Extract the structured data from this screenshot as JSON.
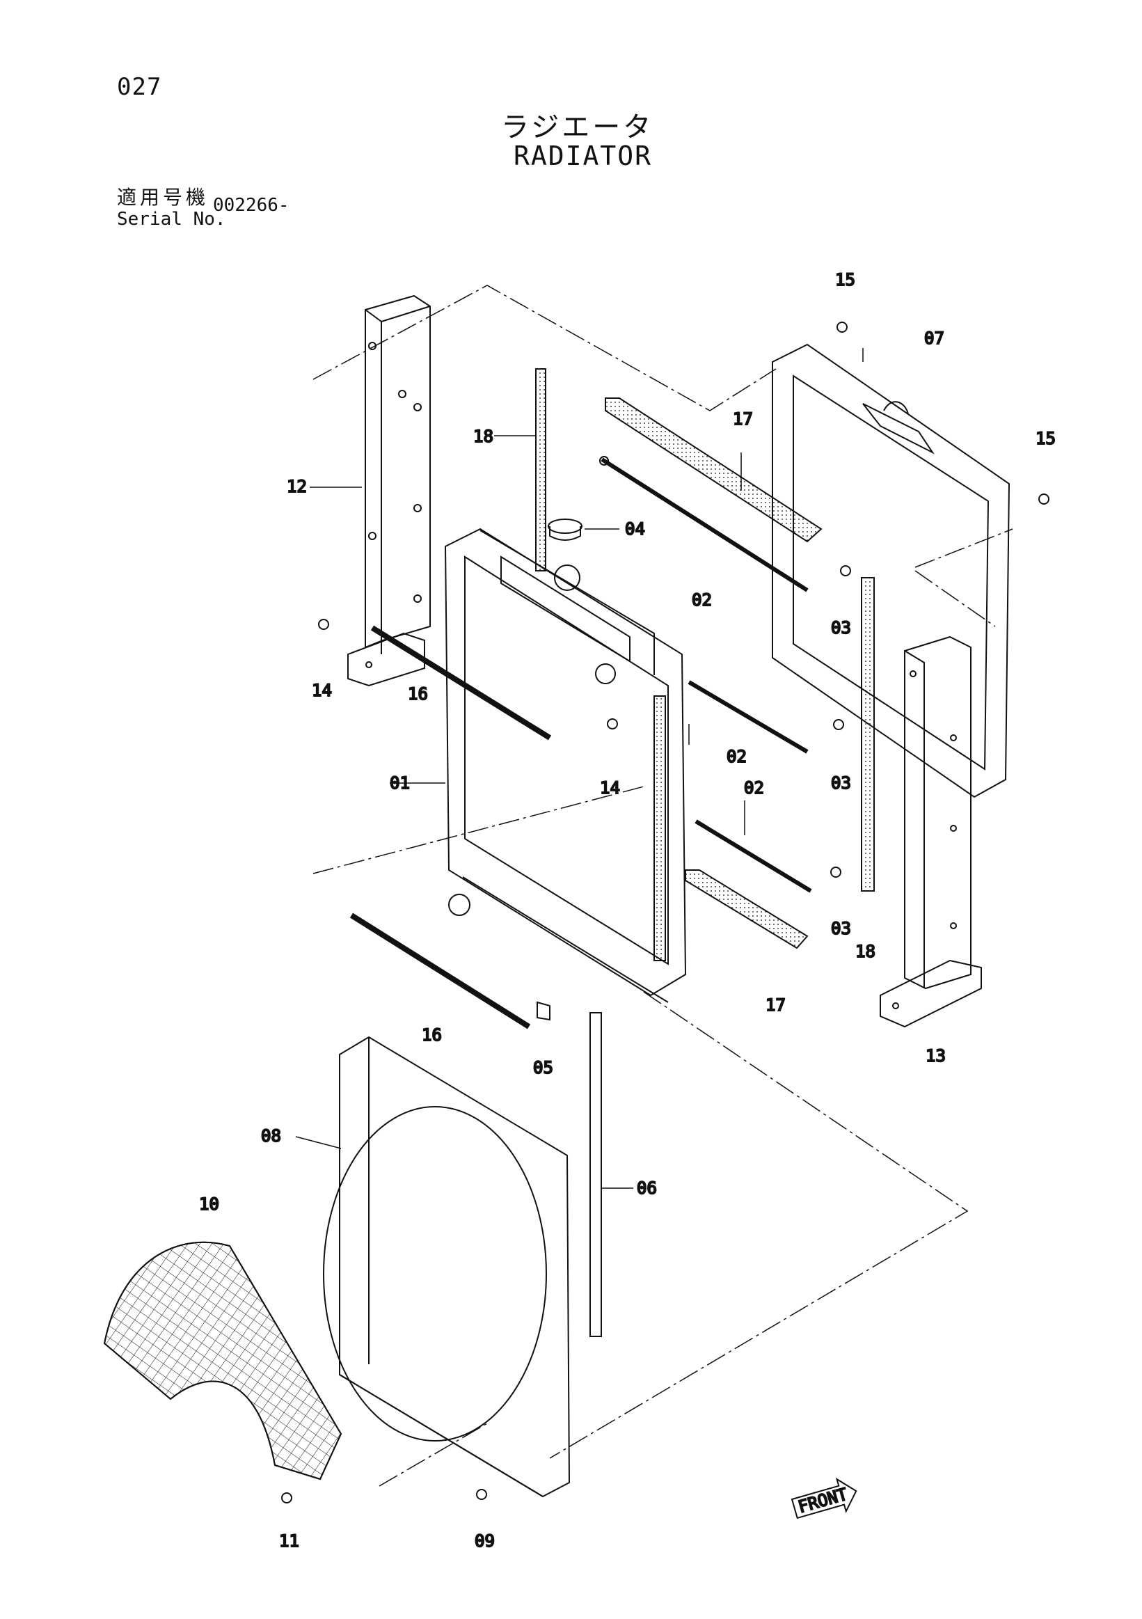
{
  "page_number": "027",
  "title_jp": "ラジエータ",
  "title_en": "RADIATOR",
  "serial": {
    "label_jp": "適用号機",
    "label_en": "Serial No.",
    "value": "002266-"
  },
  "callouts": {
    "c01": "01",
    "c02a": "02",
    "c02b": "02",
    "c02c": "02",
    "c03a": "03",
    "c03b": "03",
    "c03c": "03",
    "c04": "04",
    "c05": "05",
    "c06": "06",
    "c07": "07",
    "c08": "08",
    "c09": "09",
    "c10": "10",
    "c11": "11",
    "c12": "12",
    "c13": "13",
    "c14a": "14",
    "c14b": "14",
    "c15a": "15",
    "c15b": "15",
    "c16a": "16",
    "c16b": "16",
    "c17a": "17",
    "c17b": "17",
    "c18a": "18",
    "c18b": "18"
  },
  "front_label": "FRONT"
}
